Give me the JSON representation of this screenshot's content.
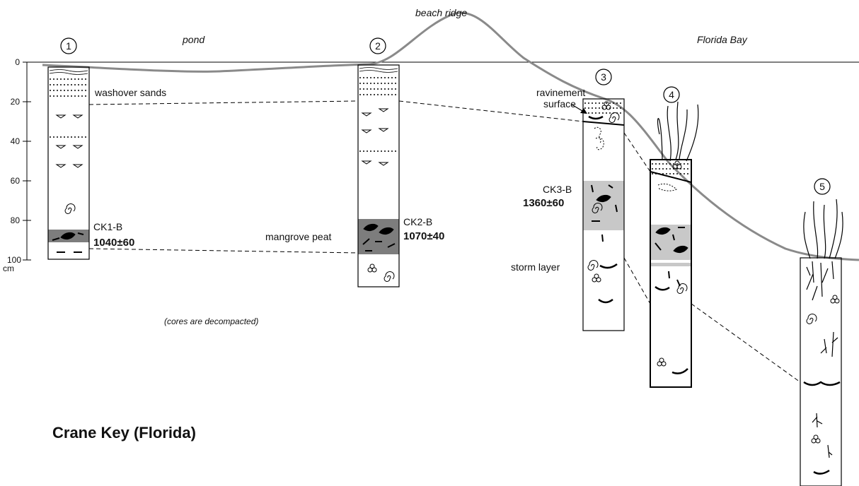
{
  "title": "Crane Key (Florida)",
  "note": "(cores are decompacted)",
  "places": {
    "pond": "pond",
    "beach_ridge": "beach ridge",
    "florida_bay": "Florida Bay"
  },
  "axis": {
    "ticks": [
      "0",
      "20",
      "40",
      "60",
      "80",
      "100"
    ],
    "unit": "cm"
  },
  "cores": [
    {
      "number": "1"
    },
    {
      "number": "2"
    },
    {
      "number": "3"
    },
    {
      "number": "4"
    },
    {
      "number": "5"
    }
  ],
  "labels": {
    "washover": "washover sands",
    "ravinement_1": "ravinement",
    "ravinement_2": "surface",
    "mangrove": "mangrove peat",
    "storm": "storm layer"
  },
  "samples": [
    {
      "id": "CK1-B",
      "age": "1040±60"
    },
    {
      "id": "CK2-B",
      "age": "1070±40"
    },
    {
      "id": "CK3-B",
      "age": "1360±60"
    }
  ],
  "colors": {
    "surface": "#8a8a8a",
    "peat_dark": "#7d7d7d",
    "peat_light": "#c8c8c8"
  }
}
